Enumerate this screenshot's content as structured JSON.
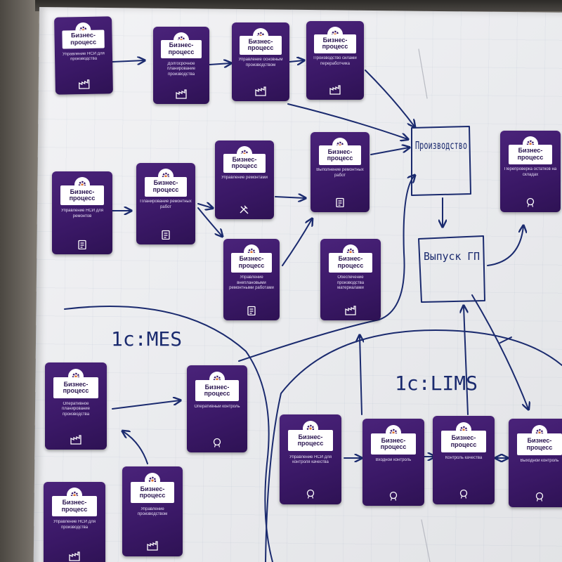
{
  "handwriting": {
    "proizvodstvo": "Производство",
    "vypusk": "Выпуск ГП",
    "mes": "1с:MES",
    "lims": "1с:LIMS"
  },
  "cards": [
    {
      "id": "c1",
      "title": "Бизнес-процесс",
      "desc": "Управление НСИ для производства",
      "icon": "factory-icon"
    },
    {
      "id": "c2",
      "title": "Бизнес-процесс",
      "desc": "Долгосрочное планирование производства",
      "icon": "factory-icon"
    },
    {
      "id": "c3",
      "title": "Бизнес-процесс",
      "desc": "Управление основным производством",
      "icon": "factory-icon"
    },
    {
      "id": "c4",
      "title": "Бизнес-процесс",
      "desc": "Производство силами переработчика",
      "icon": "factory-icon"
    },
    {
      "id": "c5",
      "title": "Бизнес-процесс",
      "desc": "Управление НСИ для ремонтов",
      "icon": "clipboard-icon"
    },
    {
      "id": "c6",
      "title": "Бизнес-процесс",
      "desc": "Планирование ремонтных работ",
      "icon": "clipboard-icon"
    },
    {
      "id": "c7",
      "title": "Бизнес-процесс",
      "desc": "Управление ремонтами",
      "icon": "tools-icon"
    },
    {
      "id": "c8",
      "title": "Бизнес-процесс",
      "desc": "Выполнение ремонтных работ",
      "icon": "clipboard-icon"
    },
    {
      "id": "c9",
      "title": "Бизнес-процесс",
      "desc": "Управление внеплановыми ремонтными работами",
      "icon": "clipboard-icon"
    },
    {
      "id": "c10",
      "title": "Бизнес-процесс",
      "desc": "Обеспечение производства материалами",
      "icon": "factory-icon"
    },
    {
      "id": "c11",
      "title": "Бизнес-процесс",
      "desc": "Перепроверка остатков на складах",
      "icon": "seal-icon"
    },
    {
      "id": "c12",
      "title": "Бизнес-процесс",
      "desc": "Оперативное планирование производства",
      "icon": "factory-icon"
    },
    {
      "id": "c13",
      "title": "Бизнес-процесс",
      "desc": "Оперативный контроль",
      "icon": "seal-icon"
    },
    {
      "id": "c14",
      "title": "Бизнес-процесс",
      "desc": "Управление НСИ для производства",
      "icon": "factory-icon"
    },
    {
      "id": "c15",
      "title": "Бизнес-процесс",
      "desc": "Управление производством",
      "icon": "factory-icon"
    },
    {
      "id": "c16",
      "title": "Бизнес-процесс",
      "desc": "Управление НСИ для контроля качества",
      "icon": "seal-icon"
    },
    {
      "id": "c17",
      "title": "Бизнес-процесс",
      "desc": "Входной контроль",
      "icon": "seal-icon"
    },
    {
      "id": "c18",
      "title": "Бизнес-процесс",
      "desc": "Контроль качества",
      "icon": "seal-icon"
    },
    {
      "id": "c19",
      "title": "Бизнес-процесс",
      "desc": "Выходной контроль",
      "icon": "seal-icon"
    }
  ],
  "colors": {
    "ink": "#1a2a6e",
    "card": "#3a1866",
    "paper": "#eeeef1"
  }
}
